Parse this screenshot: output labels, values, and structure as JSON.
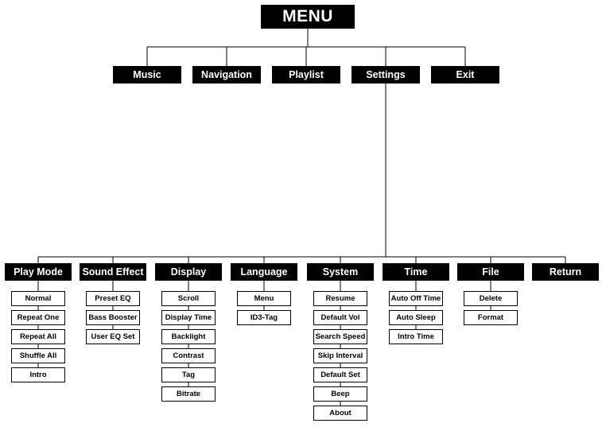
{
  "menu": {
    "title": "MENU",
    "top_items": [
      "Music",
      "Navigation",
      "Playlist",
      "Settings",
      "Exit"
    ],
    "categories": [
      {
        "label": "Play Mode",
        "items": [
          "Normal",
          "Repeat One",
          "Repeat All",
          "Shuffle All",
          "Intro"
        ]
      },
      {
        "label": "Sound Effect",
        "items": [
          "Preset EQ",
          "Bass Booster",
          "User EQ Set"
        ]
      },
      {
        "label": "Display",
        "items": [
          "Scroll",
          "Display Time",
          "Backlight",
          "Contrast",
          "Tag",
          "Bitrate"
        ]
      },
      {
        "label": "Language",
        "items": [
          "Menu",
          "ID3-Tag"
        ]
      },
      {
        "label": "System",
        "items": [
          "Resume",
          "Default Vol",
          "Search Speed",
          "Skip Interval",
          "Default Set",
          "Beep",
          "About"
        ]
      },
      {
        "label": "Time",
        "items": [
          "Auto Off Time",
          "Auto Sleep",
          "Intro Time"
        ]
      },
      {
        "label": "File",
        "items": [
          "Delete",
          "Format"
        ]
      },
      {
        "label": "Return",
        "items": []
      }
    ]
  },
  "colors": {
    "box_fill": "#000000",
    "box_text": "#ffffff",
    "leaf_fill": "#ffffff",
    "line": "#000000"
  }
}
